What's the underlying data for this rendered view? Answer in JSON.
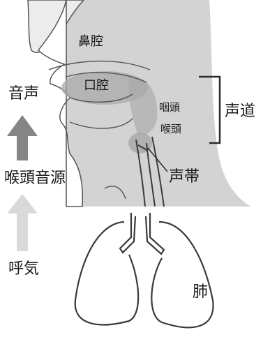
{
  "labels": {
    "nasal_cavity": "鼻腔",
    "oral_cavity": "口腔",
    "pharynx": "咽頭",
    "larynx": "喉頭",
    "vocal_tract": "声道",
    "vocal_cords": "声帯",
    "lungs": "肺",
    "voice": "音声",
    "laryngeal_source": "喉頭音源",
    "exhalation": "呼気"
  },
  "colors": {
    "head_fill": "#d3d3d3",
    "outline": "#3a3a3a",
    "cavity_highlight": "#a9a9a9",
    "arrow_dark": "#858585",
    "arrow_light": "#d9d9d9"
  }
}
